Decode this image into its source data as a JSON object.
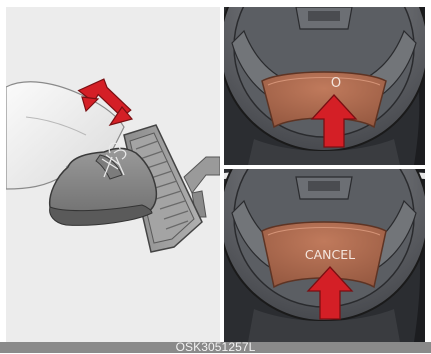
{
  "figure": {
    "caption": "OSK3051257L"
  },
  "buttons": {
    "top_label": "O",
    "bottom_label": "CANCEL"
  },
  "colors": {
    "pedal_panel_bg": "#ececec",
    "switch_panel_bg": "#2b2d31",
    "button_brown": "#a8664c",
    "arrow_red": "#d41f26",
    "caption_bar": "#8a8a8a"
  },
  "icons": {
    "left_arrow": "press-down-arrow-icon",
    "top_arrow": "press-up-arrow-icon",
    "bottom_arrow": "press-up-arrow-icon"
  }
}
